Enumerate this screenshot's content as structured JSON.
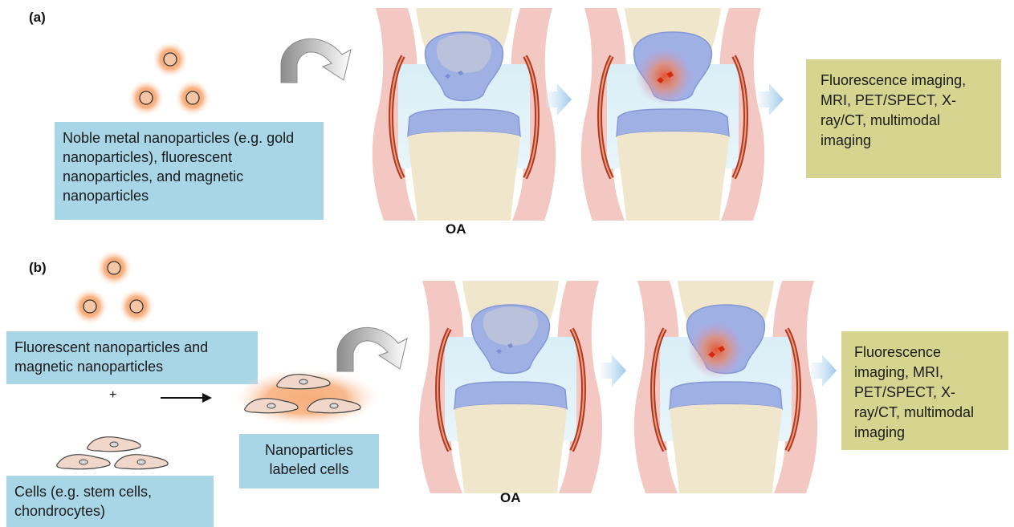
{
  "panel_a": {
    "label": "(a)",
    "nanoparticles_text": "Noble metal nanoparticles (e.g. gold nanoparticles), fluorescent nanoparticles, and magnetic nanoparticles",
    "joint_label": "OA",
    "imaging_text": "Fluorescence imaging, MRI, PET/SPECT, X-ray/CT, multimodal imaging"
  },
  "panel_b": {
    "label": "(b)",
    "nanoparticles_text": "Fluorescent nanoparticles and magnetic nanoparticles",
    "plus": "+",
    "cells_text": "Cells (e.g. stem cells, chondrocytes)",
    "labeled_cells_text": "Nanoparticles labeled cells",
    "joint_label": "OA",
    "imaging_text": "Fluorescence imaging, MRI, PET/SPECT, X-ray/CT, multimodal imaging"
  },
  "colors": {
    "blue_box": "#a8d6e6",
    "green_box": "#d6d58f",
    "bone": "#efe6cc",
    "cartilage": "#9fb0e4",
    "synovium": "#f3c7c2",
    "ligament": "#b3381f",
    "nanoparticle_glow": "#f79a5a",
    "lesion": "#e0401f"
  }
}
